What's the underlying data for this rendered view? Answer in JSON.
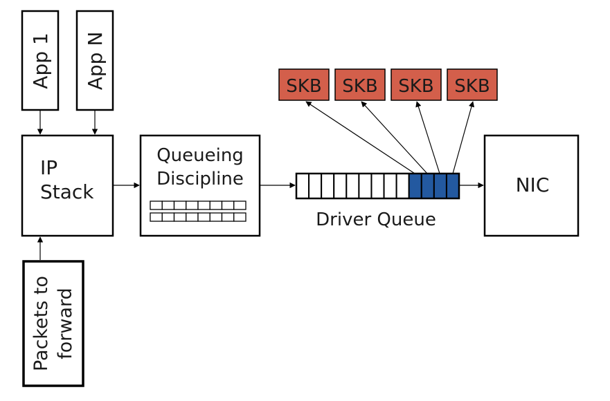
{
  "nodes": {
    "app1": "App 1",
    "appN": "App N",
    "ip_stack": [
      "IP",
      "Stack"
    ],
    "qdisc": [
      "Queueing",
      "Discipline"
    ],
    "nic": "NIC",
    "packets_to_forward": [
      "Packets to",
      "forward"
    ],
    "driver_queue": "Driver Queue",
    "skb": [
      "SKB",
      "SKB",
      "SKB",
      "SKB"
    ]
  },
  "colors": {
    "skb_fill": "#d35f4b",
    "filled_slot": "#2359a0",
    "stroke": "#000000"
  },
  "driver_queue_slots": {
    "total": 13,
    "filled": 4
  },
  "qdisc_rows": 2,
  "qdisc_cols": 8
}
